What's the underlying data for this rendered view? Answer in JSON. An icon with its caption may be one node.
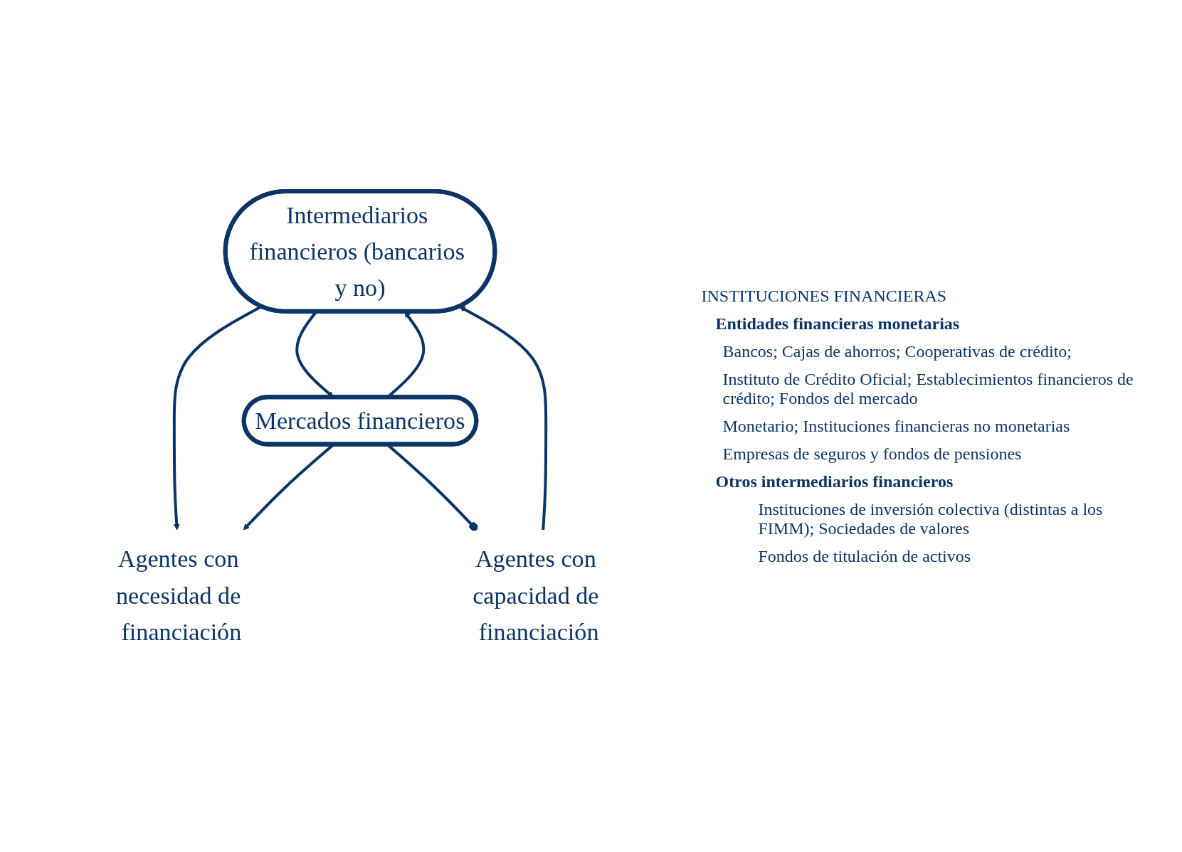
{
  "diagram": {
    "nodes": [
      {
        "text": [
          "Intermediarios financieros (bancarios y no)"
        ]
      },
      {
        "text": [
          "Agentes con necesidad de financiación"
        ]
      },
      {
        "text": [
          "Agentes con capacidad de financiación"
        ]
      },
      {
        "text": [
          "Mercados financieros"
        ]
      }
    ],
    "edges": [
      {
        "from": 0,
        "to": 1,
        "arrow": "to"
      },
      {
        "from": 2,
        "to": 0,
        "arrow": "to"
      },
      {
        "from": 0,
        "to": 3,
        "arrow": "to"
      },
      {
        "from": 3,
        "to": 0,
        "arrow": "to"
      },
      {
        "from": 2,
        "to": 3,
        "arrow": "other"
      },
      {
        "from": 3,
        "to": 1,
        "arrow": "to"
      }
    ],
    "labels": [
      "INSTITUCIONES FINANCIERAS",
      "Entidades financieras monetarias",
      "Bancos; Cajas de ahorros; Cooperativas de crédito;",
      "Instituto de Crédito Oficial; Establecimientos financieros de crédito; Fondos del mercado",
      "Monetario; Instituciones financieras no monetarias",
      "Empresas de seguros y fondos de pensiones",
      "Otros intermediarios financieros",
      "Instituciones de inversión colectiva (distintas a los FIMM); Sociedades de valores",
      "Fondos de titulación de activos"
    ]
  }
}
